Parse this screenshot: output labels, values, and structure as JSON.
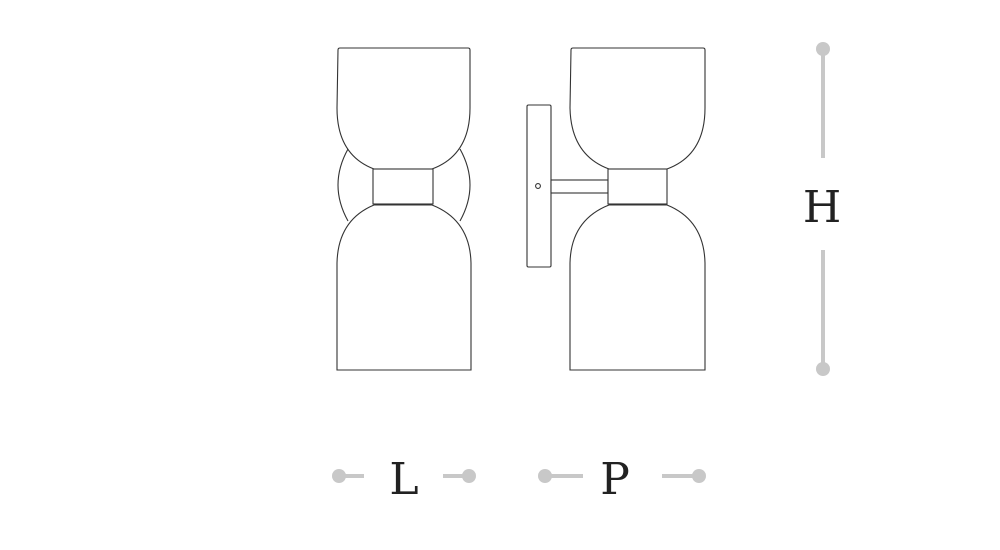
{
  "drawing": {
    "subject": "double-shade wall sconce technical drawing",
    "views": [
      "front-view",
      "side-view"
    ]
  },
  "dimensions": {
    "width_label": "L",
    "depth_label": "P",
    "height_label": "H"
  },
  "colors": {
    "outline": "#333333",
    "dimension_line": "#c8c8c8",
    "label": "#222222",
    "background": "#ffffff"
  }
}
